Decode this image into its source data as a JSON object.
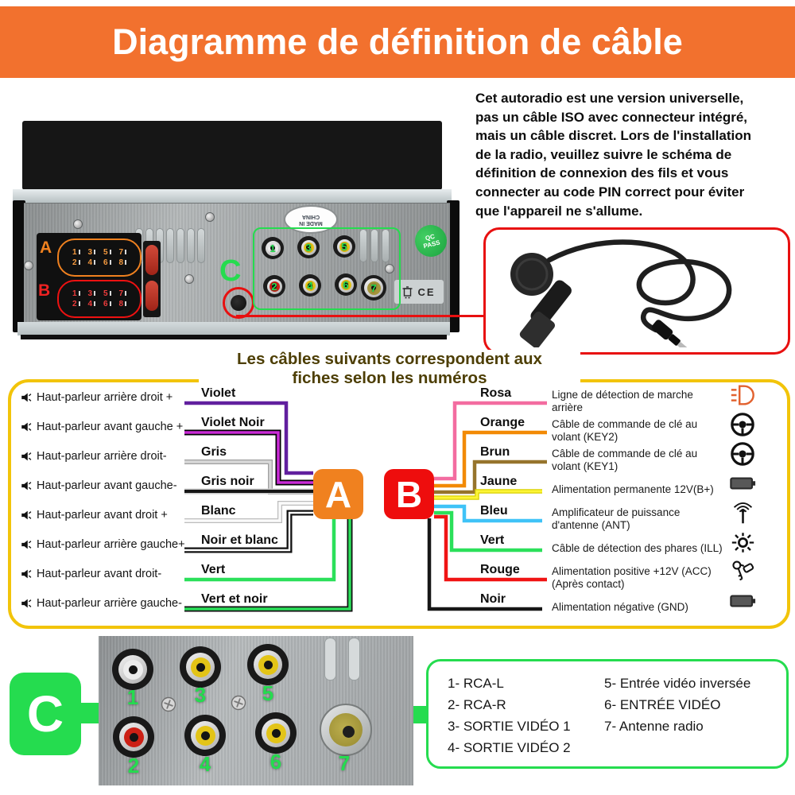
{
  "header": {
    "title": "Diagramme de définition de câble"
  },
  "intro": {
    "lines": [
      "Cet autoradio est une version universelle,",
      "pas un câble ISO avec connecteur intégré,",
      "mais un câble discret. Lors de l'installation",
      "de la radio, veuillez suivre le schéma de",
      "définition de connexion des fils et vous",
      "connecter au code PIN correct pour éviter",
      "que l'appareil ne s'allume."
    ]
  },
  "radio": {
    "made_in_line1": "MADE IN",
    "made_in_line2": "CHINA",
    "qc_line1": "QC",
    "qc_line2": "PASS",
    "ce_text": "CE",
    "connector_a_label": "A",
    "connector_b_label": "B",
    "jack_label": "C",
    "pins_top": [
      "1",
      "3",
      "5",
      "7"
    ],
    "pins_bottom": [
      "2",
      "4",
      "6",
      "8"
    ],
    "rca_numbers": [
      "1",
      "2",
      "3",
      "4",
      "5",
      "6",
      "7"
    ]
  },
  "wiring": {
    "title_line1": "Les câbles suivants correspondent aux",
    "title_line2": "fiches selon les numéros",
    "connector_a": "A",
    "connector_b": "B",
    "left": [
      {
        "label": "Haut-parleur arrière droit +",
        "color_name": "Violet"
      },
      {
        "label": "Haut-parleur avant gauche +",
        "color_name": "Violet Noir"
      },
      {
        "label": "Haut-parleur arrière droit-",
        "color_name": "Gris"
      },
      {
        "label": "Haut-parleur avant gauche-",
        "color_name": "Gris noir"
      },
      {
        "label": "Haut-parleur avant droit +",
        "color_name": "Blanc"
      },
      {
        "label": "Haut-parleur arrière gauche+",
        "color_name": "Noir et blanc"
      },
      {
        "label": "Haut-parleur avant droit-",
        "color_name": "Vert"
      },
      {
        "label": "Haut-parleur arrière gauche-",
        "color_name": "Vert et noir"
      }
    ],
    "right": [
      {
        "color_name": "Rosa",
        "description": "Ligne de détection de marche arrière",
        "icon": "reverse-light"
      },
      {
        "color_name": "Orange",
        "description": "Câble de commande de clé au volant (KEY2)",
        "icon": "steering-wheel"
      },
      {
        "color_name": "Brun",
        "description": "Câble de commande de clé au volant (KEY1)",
        "icon": "steering-wheel"
      },
      {
        "color_name": "Jaune",
        "description": "Alimentation permanente 12V(B+)",
        "icon": "battery"
      },
      {
        "color_name": "Bleu",
        "description": "Amplificateur de puissance d'antenne (ANT)",
        "icon": "antenna"
      },
      {
        "color_name": "Vert",
        "description": "Câble de détection des phares (ILL)",
        "icon": "headlight"
      },
      {
        "color_name": "Rouge",
        "description": "Alimentation positive +12V (ACC) (Après contact)",
        "icon": "keys"
      },
      {
        "color_name": "Noir",
        "description": "Alimentation négative (GND)",
        "icon": "battery"
      }
    ]
  },
  "bottom": {
    "label": "C",
    "rca_numbers_top": [
      "1",
      "3",
      "5"
    ],
    "rca_numbers_bottom": [
      "2",
      "4",
      "6"
    ],
    "antenna_number": "7",
    "legend_col1": [
      "1- RCA-L",
      "2- RCA-R",
      "3- SORTIE VIDÉO 1",
      "4- SORTIE VIDÉO 2"
    ],
    "legend_col2": [
      "5- Entrée vidéo inversée",
      "6- ENTRÉE VIDÉO",
      "7- Antenne radio"
    ]
  },
  "colors": {
    "header_bg": "#F2712E",
    "accent_yellow": "#F2C40A",
    "accent_green": "#25DC4F",
    "accent_red": "#EE0D0D",
    "accent_orange": "#F0811F",
    "title_olive": "#4D3E04"
  }
}
